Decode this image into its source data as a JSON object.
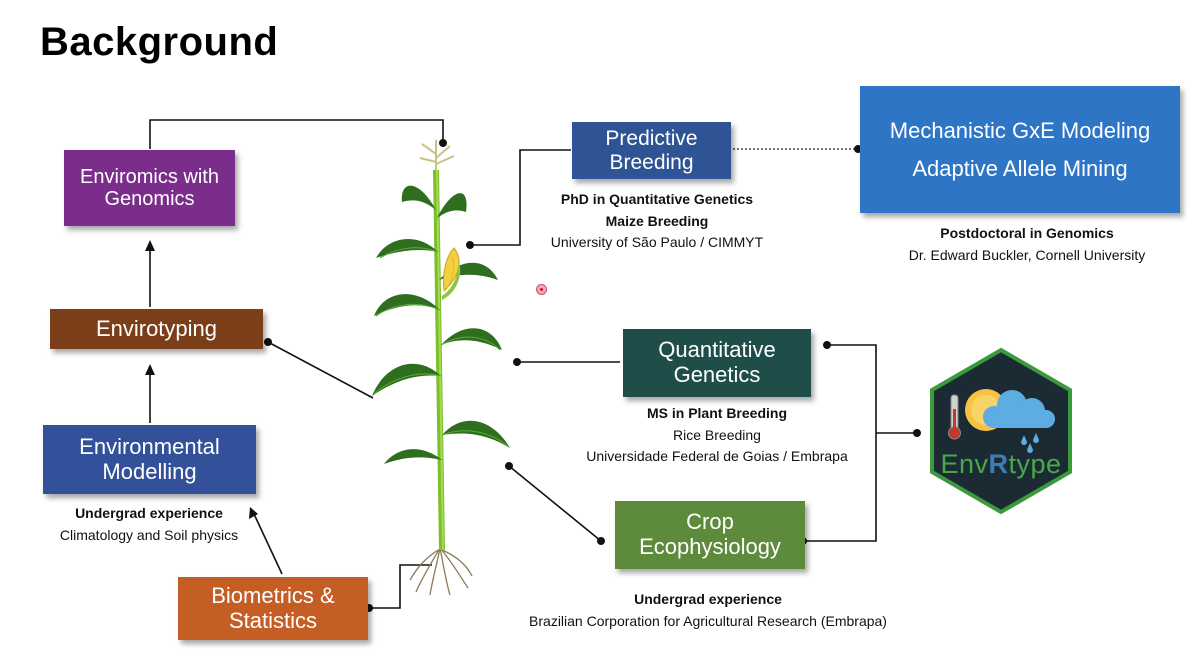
{
  "slide": {
    "title": "Background"
  },
  "boxes": {
    "enviromics": {
      "line1": "Enviromics with",
      "line2": "Genomics",
      "color": "#7B2D8B"
    },
    "envirotyping": {
      "line1": "Envirotyping",
      "color": "#7A3F18"
    },
    "environmental": {
      "line1": "Environmental",
      "line2": "Modelling",
      "color": "#33509A"
    },
    "biometrics": {
      "line1": "Biometrics &",
      "line2": "Statistics",
      "color": "#C45E24"
    },
    "predictive": {
      "line1": "Predictive",
      "line2": "Breeding",
      "color": "#2F5496"
    },
    "mechanistic": {
      "line1": "Mechanistic GxE Modeling",
      "line2": "Adaptive Allele Mining",
      "color": "#2E75C6"
    },
    "quantitative": {
      "line1": "Quantitative",
      "line2": "Genetics",
      "color": "#1F4E4A"
    },
    "crop": {
      "line1": "Crop",
      "line2": "Ecophysiology",
      "color": "#5E8A3C"
    }
  },
  "captions": {
    "predictive": {
      "bold1": "PhD in Quantitative Genetics",
      "bold2": "Maize Breeding",
      "line": "University of São Paulo / CIMMYT"
    },
    "mechanistic": {
      "bold": "Postdoctoral in Genomics",
      "line": "Dr. Edward Buckler, Cornell University"
    },
    "quantitative": {
      "bold": "MS in Plant Breeding",
      "line1": "Rice Breeding",
      "line2": "Universidade Federal de Goias / Embrapa"
    },
    "environmental": {
      "bold": "Undergrad experience",
      "line": "Climatology and Soil physics"
    },
    "crop": {
      "bold": "Undergrad experience",
      "line": "Brazilian Corporation for Agricultural Research (Embrapa)"
    }
  },
  "logo": {
    "text_pre": "Env",
    "text_r": "R",
    "text_post": "type",
    "bg_color": "#1C2B33",
    "border_color": "#3B9A3C"
  },
  "icons": {
    "plant": "corn-plant-illustration",
    "pointer": "cursor-dot-icon",
    "logo": "envrtype-hex-logo"
  }
}
